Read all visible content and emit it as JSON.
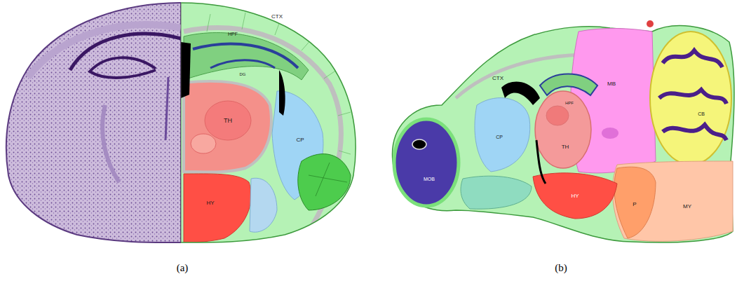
{
  "diagram": {
    "labels": [
      "CTX",
      "HPF",
      "DG",
      "TH",
      "CP",
      "HY",
      "CTX",
      "MOB",
      "HPF",
      "TH",
      "CP",
      "HY",
      "MB",
      "CB",
      "P",
      "MY",
      "(a)",
      "(b)"
    ]
  }
}
